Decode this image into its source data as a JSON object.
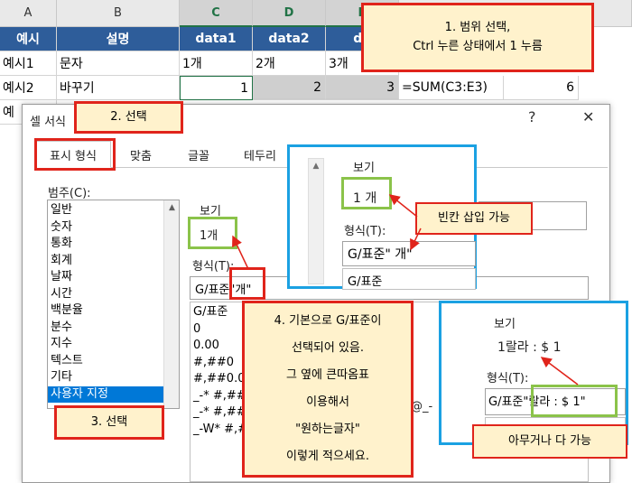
{
  "sheet": {
    "columns": [
      "A",
      "B",
      "C",
      "D",
      "E"
    ],
    "headers": [
      "예시",
      "설명",
      "data1",
      "data2",
      "da"
    ],
    "row1": [
      "예시1",
      "문자",
      "1개",
      "2개",
      "3개"
    ],
    "row2": [
      "예시2",
      "바꾸기",
      "1",
      "2",
      "3",
      "=SUM(C3:E3)",
      "6"
    ],
    "row3_a": "예"
  },
  "callouts": {
    "c1_line1": "1. 범위 선택,",
    "c1_line2": "Ctrl 누른 상태에서 1 누름",
    "c2": "2. 선택",
    "c3": "3. 선택",
    "c4_lines": [
      "4. 기본으로 G/표준이",
      "선택되어 있음.",
      "그 옆에 큰따옴표",
      "이용해서",
      "\"원하는글자\"",
      "이렇게 적으세요."
    ],
    "blank_insert": "빈칸 삽입 가능",
    "anything": "아무거나 다 가능"
  },
  "dialog": {
    "title": "셀 서식",
    "help": "?",
    "close": "✕",
    "tabs": [
      "표시 형식",
      "맞춤",
      "글꼴",
      "테두리"
    ],
    "category_label": "범주(C):",
    "categories": [
      "일반",
      "숫자",
      "통화",
      "회계",
      "날짜",
      "시간",
      "백분율",
      "분수",
      "지수",
      "텍스트",
      "기타",
      "사용자 지정"
    ],
    "sample_label": "보기",
    "sample_value": "1개",
    "format_label": "형식(T):",
    "format_value": "G/표준\"개\"",
    "format_list": [
      "G/표준",
      "0",
      "0.00",
      "#,##0",
      "#,##0.00",
      "_-* #,##0",
      "_-* #,##0",
      "_-W* #,##"
    ],
    "format_tail": "@_-"
  },
  "zoom1": {
    "sample_label": "보기",
    "sample_value": "1 개",
    "format_label": "형식(T):",
    "format_value": "G/표준\" 개\"",
    "list_first": "G/표준"
  },
  "zoom2": {
    "sample_label": "보기",
    "sample_value": "1랄라 : $ 1",
    "format_label": "형식(T):",
    "format_value": "G/표준\"랄라 : $ 1\""
  }
}
